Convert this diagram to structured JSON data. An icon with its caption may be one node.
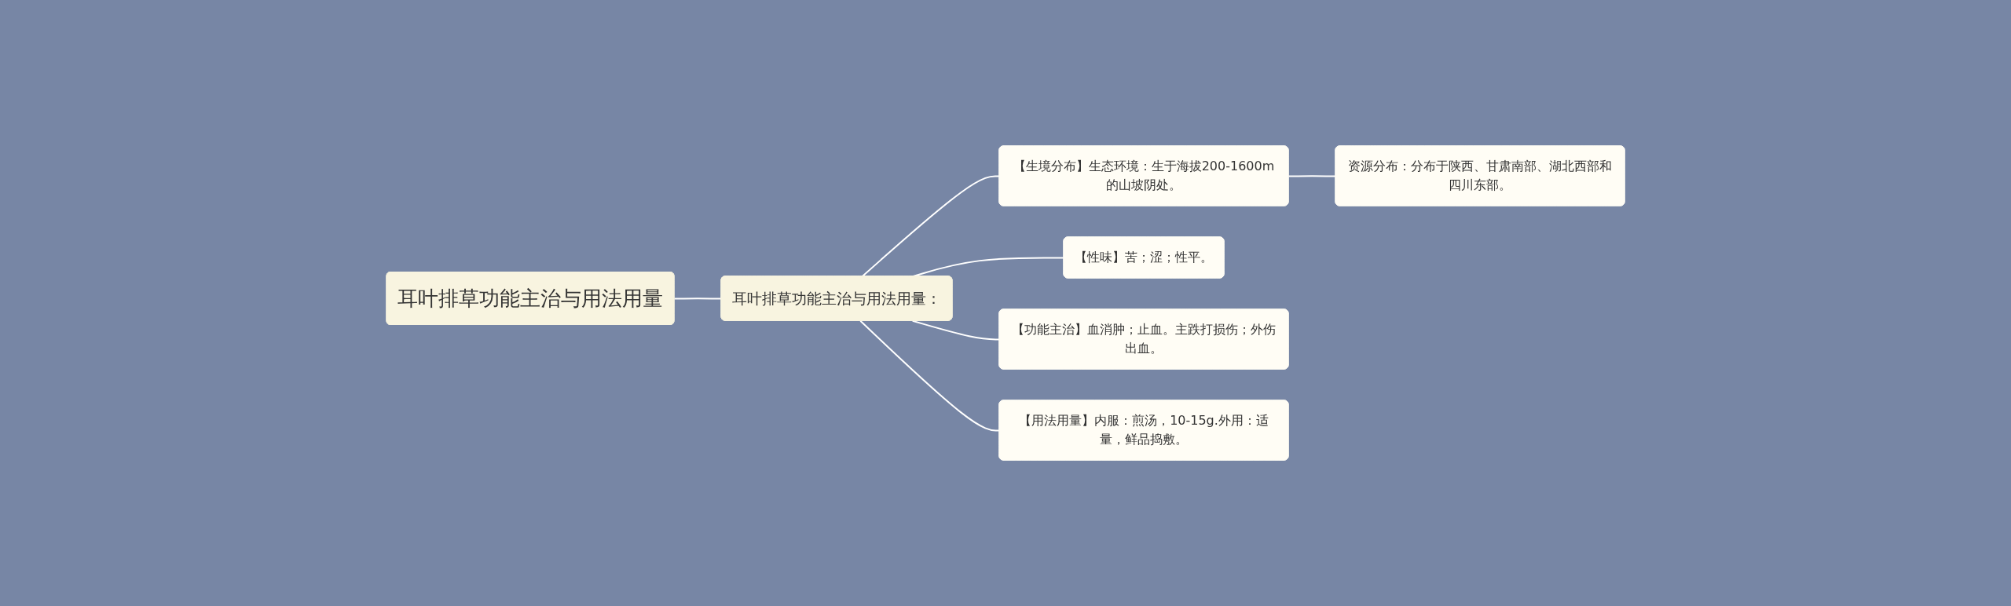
{
  "diagram": {
    "nodes": [
      {
        "text": [
          "耳叶排草功能主治与用法用量"
        ]
      },
      {
        "text": [
          "耳叶排草功能主治与用法用量："
        ]
      },
      {
        "text": [
          "【生境分布】生态环境：生于海拔200-1600m的山坡阴处。"
        ]
      },
      {
        "text": [
          "资源分布：分布于陕西、甘肃南部、湖北西部和四川东部。"
        ]
      },
      {
        "text": [
          "【性味】苦；涩；性平。"
        ]
      },
      {
        "text": [
          "【功能主治】血消肿；止血。主跌打损伤；外伤出血。"
        ]
      },
      {
        "text": [
          "【用法用量】内服：煎汤，10-15g.外用：适量，鲜品捣敷。"
        ]
      }
    ],
    "edges": [
      {
        "from": 0,
        "to": 1,
        "arrow": "none"
      },
      {
        "from": 1,
        "to": 2,
        "arrow": "none"
      },
      {
        "from": 2,
        "to": 3,
        "arrow": "none"
      },
      {
        "from": 1,
        "to": 4,
        "arrow": "none"
      },
      {
        "from": 1,
        "to": 5,
        "arrow": "none"
      },
      {
        "from": 1,
        "to": 6,
        "arrow": "none"
      }
    ]
  }
}
